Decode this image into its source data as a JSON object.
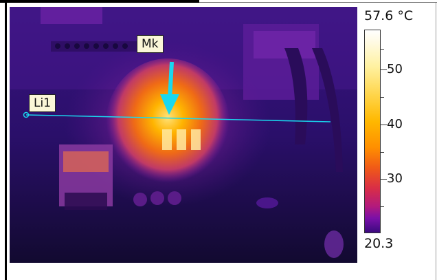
{
  "markers": {
    "spot_label": "Mk",
    "line_label": "Li1"
  },
  "temperature_scale": {
    "max": "57.6 °C",
    "min": "20.3",
    "tick_labels": [
      "50",
      "40",
      "30"
    ],
    "palette": "iron"
  },
  "colors": {
    "marker_line": "#19d8ef",
    "label_background": "#fbf6d8"
  }
}
